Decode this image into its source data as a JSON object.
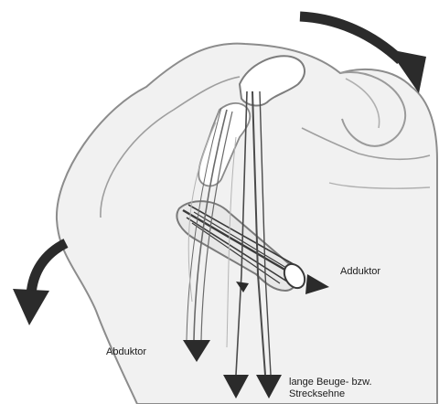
{
  "figure": {
    "labels": {
      "adduktor": "Adduktor",
      "abduktor": "Abduktor",
      "lange_line1": "lange Beuge- bzw.",
      "lange_line2": "Strecksehne"
    },
    "colors": {
      "arrow": "#2b2b2b",
      "outline": "#8a8a8a",
      "foot_fill": "#efefef",
      "bone_fill": "#ffffff",
      "background_text_ghost": "#d4d4d4"
    },
    "icons": {
      "rotation_arrow_top": "curved-arrow-clockwise-icon",
      "rotation_arrow_left": "curved-arrow-down-left-icon",
      "tendon_arrow": "arrowhead-down-icon"
    }
  }
}
